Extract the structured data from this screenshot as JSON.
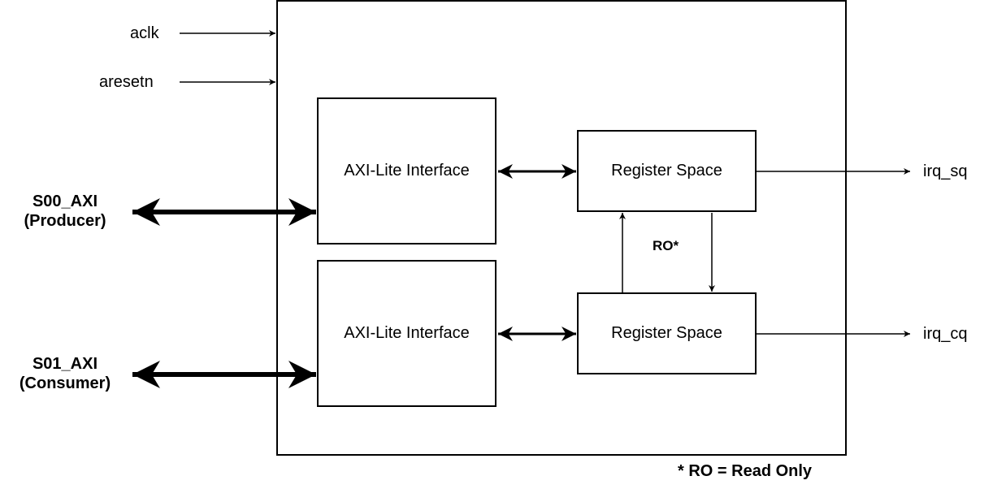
{
  "inputs": {
    "clock": "aclk",
    "reset": "aresetn"
  },
  "ports": {
    "s00": {
      "name": "S00_AXI",
      "role": "(Producer)"
    },
    "s01": {
      "name": "S01_AXI",
      "role": "(Consumer)"
    }
  },
  "blocks": {
    "axi_top": "AXI-Lite Interface",
    "axi_bottom": "AXI-Lite Interface",
    "reg_top": "Register Space",
    "reg_bottom": "Register Space"
  },
  "ro_label": "RO*",
  "outputs": {
    "irq_sq": "irq_sq",
    "irq_cq": "irq_cq"
  },
  "footnote": "* RO = Read Only"
}
